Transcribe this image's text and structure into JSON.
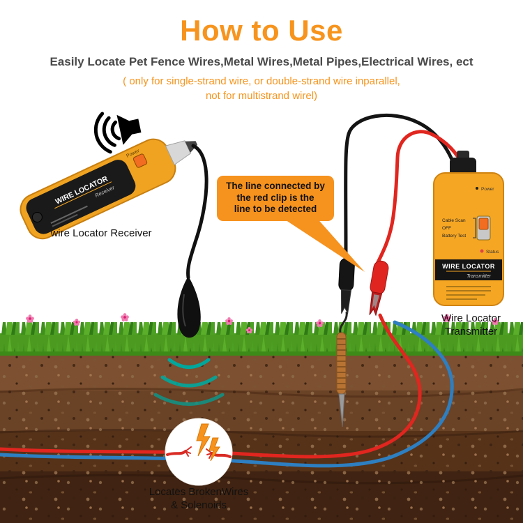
{
  "header": {
    "title": "How to Use",
    "subtitle": "Easily Locate Pet Fence Wires,Metal Wires,Metal Pipes,Electrical Wires, ect",
    "note_line1": "( only for single-strand wire, or double-strand wire inparallel,",
    "note_line2": "not for multistrand wirel)"
  },
  "callout": {
    "line1": "The line connected by",
    "line2": "the red clip is the",
    "line3": "line to be detected"
  },
  "labels": {
    "receiver": "wire Locator Receiver",
    "transmitter_line1": "Wire Locator",
    "transmitter_line2": "Transmitter",
    "underground_line1": "Locates BrokenWires",
    "underground_line2": "& Solenoids"
  },
  "receiver_device": {
    "brand": "WIRE LOCATOR",
    "model": "Receiver",
    "power_label": "Power"
  },
  "transmitter_device": {
    "brand": "WIRE LOCATOR",
    "model": "Transmitter",
    "power_label": "Power",
    "status_label": "Status",
    "switch_options": [
      "Cable Scan",
      "OFF",
      "Battery Test"
    ]
  },
  "colors": {
    "accent_orange": "#f7941d",
    "device_yellow": "#f5a623",
    "wire_red": "#e0261f",
    "wire_blue": "#2d7fc1",
    "sonar_teal": "#00a79d",
    "grass_green": "#55a424",
    "soil_brown": "#6a4226"
  }
}
